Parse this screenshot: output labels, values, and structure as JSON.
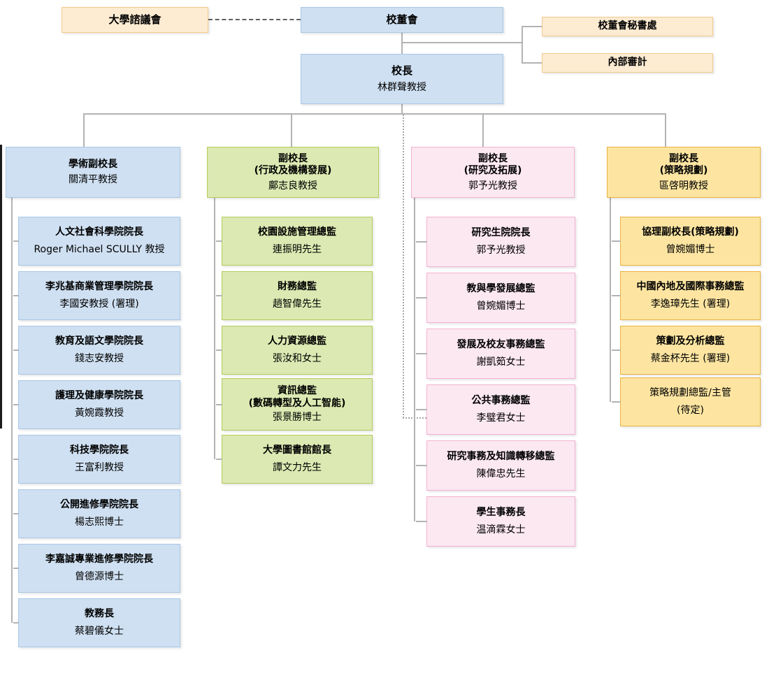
{
  "top": {
    "council": "大學諮議會",
    "board": "校董會",
    "board_secretariat": "校董會秘書處",
    "internal_audit": "內部審計",
    "president": {
      "title": "校長",
      "name": "林群聲教授"
    }
  },
  "columns": [
    {
      "head": {
        "title": "學術副校長",
        "name": "關清平教授"
      },
      "children": [
        {
          "title": "人文社會科學院院長",
          "name": "Roger Michael SCULLY 教授"
        },
        {
          "title": "李兆基商業管理學院院長",
          "name": "李國安教授 (署理)"
        },
        {
          "title": "教育及語文學院院長",
          "name": "錢志安教授"
        },
        {
          "title": "護理及健康學院院長",
          "name": "黃婉霞教授"
        },
        {
          "title": "科技學院院長",
          "name": "王富利教授"
        },
        {
          "title": "公開進修學院院長",
          "name": "楊志熙博士"
        },
        {
          "title": "李嘉誠專業進修學院院長",
          "name": "曾德源博士"
        },
        {
          "title": "教務長",
          "name": "蔡碧儀女士"
        }
      ]
    },
    {
      "head": {
        "title": "副校長\n(行政及機構發展)",
        "name": "鄺志良教授"
      },
      "children": [
        {
          "title": "校園設施管理總監",
          "name": "連振明先生"
        },
        {
          "title": "財務總監",
          "name": "趙智偉先生"
        },
        {
          "title": "人力資源總監",
          "name": "張汝和女士"
        },
        {
          "title": "資訊總監\n(數碼轉型及人工智能)",
          "name": "張景勝博士"
        },
        {
          "title": "大學圖書館館長",
          "name": "譚文力先生"
        }
      ]
    },
    {
      "head": {
        "title": "副校長\n(研究及拓展)",
        "name": "郭予光教授"
      },
      "children": [
        {
          "title": "研究生院院長",
          "name": "郭予光教授"
        },
        {
          "title": "教與學發展總監",
          "name": "曾婉媚博士"
        },
        {
          "title": "發展及校友事務總監",
          "name": "謝凱筎女士"
        },
        {
          "title": "公共事務總監",
          "name": "李璧君女士"
        },
        {
          "title": "研究事務及知識轉移總監",
          "name": "陳偉忠先生"
        },
        {
          "title": "學生事務長",
          "name": "温滴霖女士"
        }
      ]
    },
    {
      "head": {
        "title": "副校長\n(策略規劃)",
        "name": "區啓明教授"
      },
      "children": [
        {
          "title": "協理副校長(策略規劃)",
          "name": "曾婉媚博士"
        },
        {
          "title": "中國內地及國際事務總監",
          "name": "李逸璋先生 (署理)"
        },
        {
          "title": "策劃及分析總監",
          "name": "蔡金杯先生 (署理)"
        },
        {
          "title": "策略規劃總監/主管",
          "name": "(待定)"
        }
      ]
    }
  ],
  "colors": {
    "blue_fill": "#cfe0f2",
    "blue_border": "#a9c7e6",
    "green_fill": "#dce9b2",
    "green_border": "#b3cb5b",
    "pink_fill": "#fce8f1",
    "pink_border": "#f3b3d1",
    "yellow_fill": "#fde5a1",
    "yellow_border": "#e8b23f",
    "orange_fill": "#fdebd2",
    "orange_border": "#f4c98e",
    "connector": "#b3b3b3"
  }
}
